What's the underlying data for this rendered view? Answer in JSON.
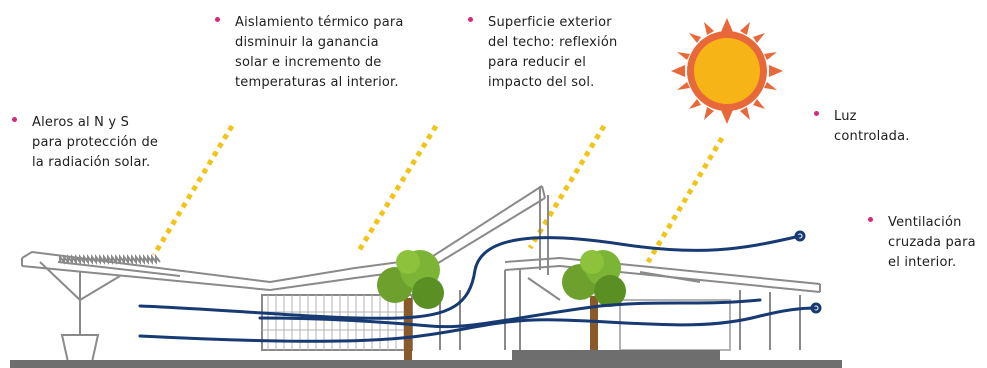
{
  "colors": {
    "bullet": "#d6287a",
    "ray": "#f2c417",
    "sun_core": "#f6b417",
    "sun_rays": "#e9683a",
    "airflow": "#173a73",
    "structure": "#8a8a8a",
    "ground": "#6e6e6e",
    "foliage": "#6da02c",
    "trunk": "#8a5a2b"
  },
  "annotations": {
    "eaves": [
      "Aleros al N y S",
      "para protección de",
      "la radiación solar."
    ],
    "insulation": [
      "Aislamiento térmico para",
      "disminuir la ganancia",
      "solar e incremento de",
      "temperaturas al interior."
    ],
    "roof_surface": [
      "Superficie exterior",
      "del techo: reflexión",
      "para reducir el",
      "impacto del sol."
    ],
    "light": [
      "Luz",
      "controlada."
    ],
    "ventilation": [
      "Ventilación",
      "cruzada para",
      "el interior."
    ]
  },
  "icons": [
    "sun-icon",
    "tree-icon"
  ]
}
